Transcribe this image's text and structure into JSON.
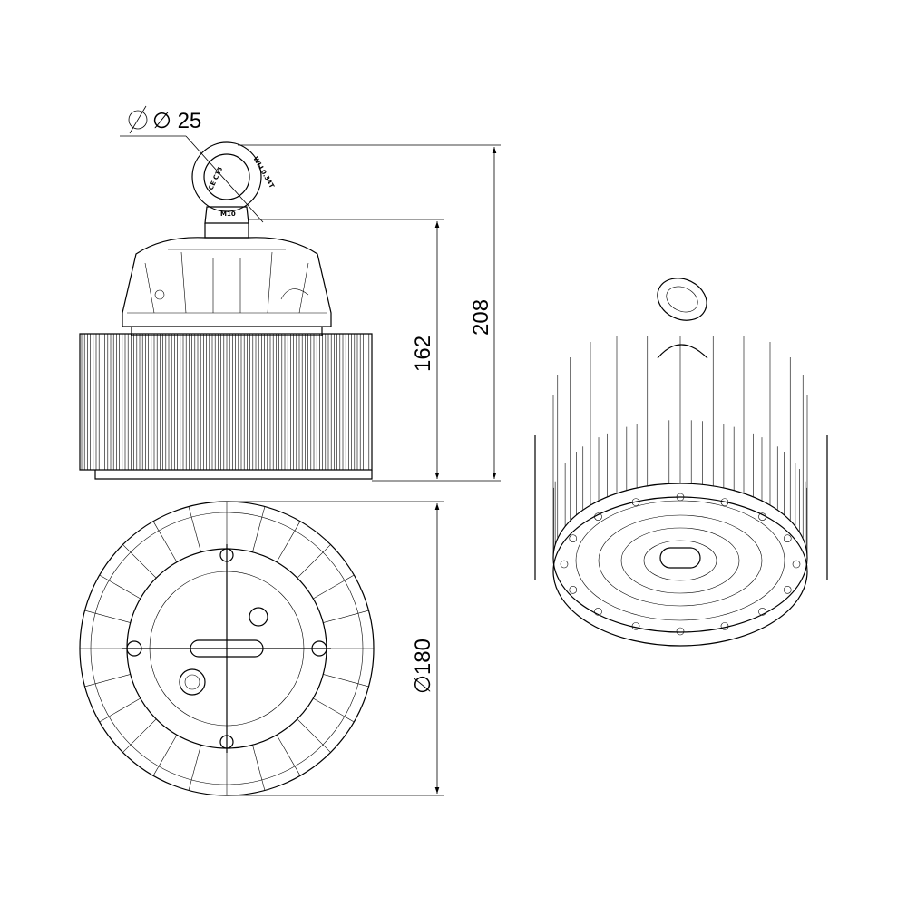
{
  "drawing": {
    "dimensions": {
      "eye_diameter": "∅ 25",
      "height_body": "162",
      "height_total": "208",
      "diameter_body": "∅180"
    },
    "eye_bolt_markings": {
      "left": "CE C15",
      "right": "WLL0.34T",
      "thread": "M10"
    },
    "line_color": "#000000",
    "background": "#ffffff"
  }
}
